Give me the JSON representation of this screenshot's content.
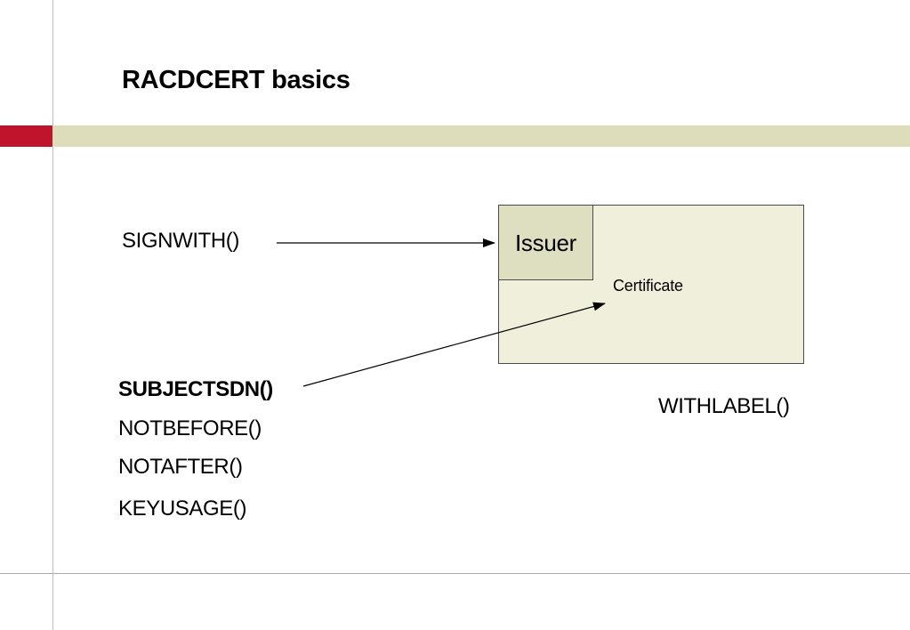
{
  "slide": {
    "title": "RACDCERT basics"
  },
  "diagram": {
    "issuer_label": "Issuer",
    "certificate_label": "Certificate",
    "signwith_label": "SIGNWITH()",
    "subjectsdn_label": "SUBJECTSDN()",
    "notbefore_label": "NOTBEFORE()",
    "notafter_label": "NOTAFTER()",
    "keyusage_label": "KEYUSAGE()",
    "withlabel_label": "WITHLABEL()"
  },
  "colors": {
    "band": "#ddddbb",
    "accent": "#c0142c",
    "certificate_fill": "#efefdb",
    "issuer_fill": "#dedec0"
  }
}
